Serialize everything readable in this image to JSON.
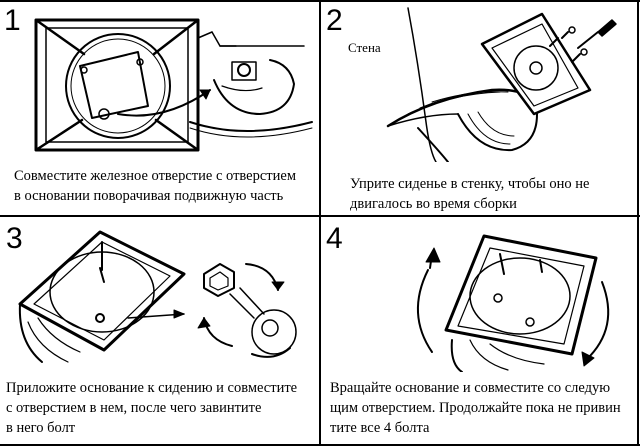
{
  "panels": [
    {
      "number": "1",
      "caption": [
        "Совместите железное отверстие с отверстием",
        "в основании поворачивая подвижную часть"
      ]
    },
    {
      "number": "2",
      "label": "Стена",
      "caption": [
        "Уприте сиденье в стенку, чтобы оно не",
        "двигалось во время сборки"
      ]
    },
    {
      "number": "3",
      "caption": [
        "Приложите основание к сидению и совместите",
        "с отверстием в нем, после чего завинтите",
        "в него болт"
      ]
    },
    {
      "number": "4",
      "caption": [
        "Вращайте основание и совместите со следую",
        "щим отверстием. Продолжайте пока не привин",
        "тите все 4 болта"
      ]
    }
  ]
}
